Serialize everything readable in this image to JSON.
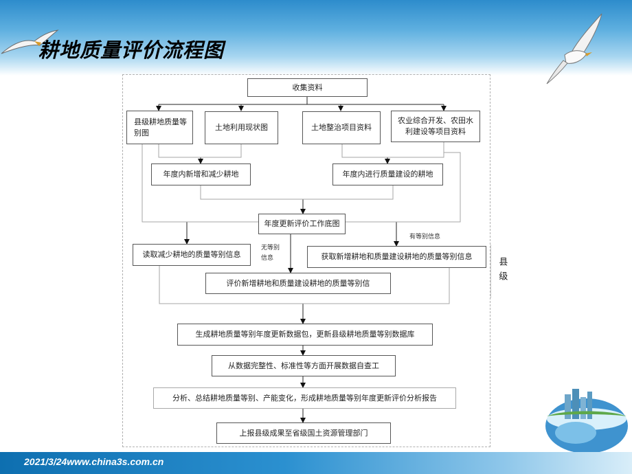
{
  "title": "耕地质量评价流程图",
  "footer": "2021/3/24www.china3s.com.cn",
  "flow": {
    "collect": "收集资料",
    "src1": "县级耕地质量等别图",
    "src2": "土地利用现状图",
    "src3": "土地整治项目资料",
    "src4": "农业综合开发、农田水利建设等项目资料",
    "mid_left": "年度内新增和减少耕地",
    "mid_right": "年度内进行质量建设的耕地",
    "base_map": "年度更新评价工作底图",
    "read_reduce": "读取减少耕地的质量等别信息",
    "get_new": "获取新增耕地和质量建设耕地的质量等别信息",
    "evaluate": "评价新增耕地和质量建设耕地的质量等别信",
    "generate": "生成耕地质量等别年度更新数据包，更新县级耕地质量等别数据库",
    "self_check": "从数据完整性、标准性等方面开展数据自查工",
    "analyze": "分析、总结耕地质量等别、产能变化，形成耕地质量等别年度更新评价分析报告",
    "report": "上报县级成果至省级国土资源管理部门",
    "note_no": "无等别信息",
    "note_has": "有等别信息",
    "county": "县级"
  }
}
